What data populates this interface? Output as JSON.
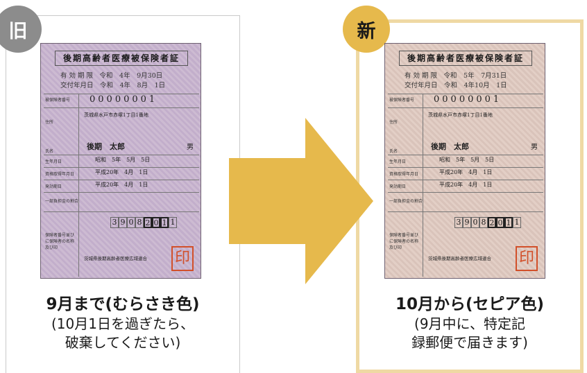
{
  "old": {
    "badge": "旧",
    "heading": "9月まで(むらさき色)",
    "sub_line1": "(10月1日を過ぎたら、",
    "sub_line2": "破棄してください)"
  },
  "new": {
    "badge": "新",
    "heading": "10月から(セピア色)",
    "sub_line1": "(9月中に、特定記",
    "sub_line2": "録郵便で届きます)"
  },
  "card_old": {
    "title": "後期高齢者医療被保険者証",
    "valid": "有 効 期 限　令和　4年　9月30日",
    "issued": "交付年月日　令和　4年　8月　1日",
    "insured_no": "00000001",
    "address": "茨城県水戸市赤塚1丁目1番地",
    "name": "後期　太郎",
    "sex": "男",
    "birth": "昭和　5年　5月　5日",
    "qualified": "平成20年　4月　1日",
    "effective": "平成20年　4月　1日",
    "insurer_digits": [
      "3",
      "9",
      "0",
      "8",
      "2",
      "0",
      "1",
      "1"
    ],
    "insurer_name": "茨城県後期高齢者医療広域連合",
    "seal": "印",
    "labels": {
      "insured_no": "被保険者番号",
      "address": "住所",
      "name": "氏名",
      "birth": "生年月日",
      "qualified": "資格取得年月日",
      "effective": "発効期日",
      "burden": "一部負担金の割合",
      "insurer": "保険者番号並びに保険者の名称及び印"
    }
  },
  "card_new": {
    "title": "後期高齢者医療被保険者証",
    "valid": "有 効 期 限　令和　5年　7月31日",
    "issued": "交付年月日　令和　4年10月　1日",
    "insured_no": "00000001",
    "address": "茨城県水戸市赤塚1丁目1番地",
    "name": "後期　太郎",
    "sex": "男",
    "birth": "昭和　5年　5月　5日",
    "qualified": "平成20年　4月　1日",
    "effective": "平成20年　4月　1日",
    "insurer_digits": [
      "3",
      "9",
      "0",
      "8",
      "2",
      "0",
      "1",
      "1"
    ],
    "insurer_name": "茨城県後期高齢者医療広域連合",
    "seal": "印",
    "labels": {
      "insured_no": "被保険者番号",
      "address": "住所",
      "name": "氏名",
      "birth": "生年月日",
      "qualified": "資格取得年月日",
      "effective": "発効期日",
      "burden": "一部負担金の割合",
      "insurer": "保険者番号並びに保険者の名称及び印"
    }
  },
  "colors": {
    "badge_old": "#8c8c8c",
    "badge_new": "#e6b94c",
    "arrow": "#e6b94c",
    "frame_new": "#efd9a4",
    "card_old": "#c6b3cc",
    "card_new": "#ddc8bf",
    "seal": "#d2502a"
  },
  "icons": {
    "arrow": "right-arrow-icon"
  }
}
